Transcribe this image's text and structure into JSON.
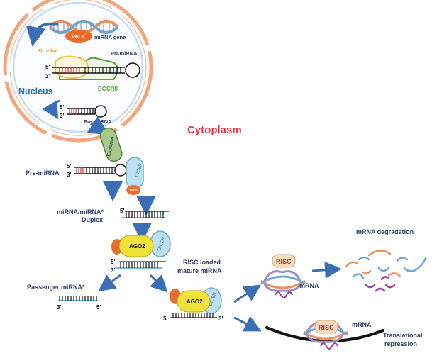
{
  "labels": {
    "nucleus": "Nucleus",
    "cytoplasm": "Cytoplasm",
    "mirna_gene": "miRNA gene",
    "pol_ii": "Pol II",
    "drosha": "Drosha",
    "pri_mirna": "Pri-miRNA",
    "dgcr8": "DGCR8",
    "pre_mirna_nuclear": "Pre-miRNA",
    "exportin": "Exportin",
    "pre_mirna_cyto": "Pre-miRNA",
    "dicer": "DICER",
    "trbp": "TRBP",
    "duplex_line1": "miRNA/miRNA*",
    "duplex_line2": "Duplex",
    "ago2": "AGO2",
    "risc_loaded_line1": "RISC loaded",
    "risc_loaded_line2": "mature miRNA",
    "passenger": "Passenger miRNA*",
    "risc": "RISC",
    "mrna": "mRNA",
    "mrna_degradation": "mRNA degradation",
    "translational_line1": "Translational",
    "translational_line2": "repression",
    "five_prime": "5'",
    "three_prime": "3'"
  },
  "colors": {
    "nucleus_ring": "#f3a57e",
    "nucleus_inner": "#c8dcef",
    "label_navy": "#2d3f66",
    "nucleus_blue": "#2e6fb5",
    "cytoplasm_red": "#e03a3a",
    "pol_ii_orange": "#ec6b2d",
    "drosha_yellow": "#f2c438",
    "dgcr8_green": "#5aa13f",
    "exportin_green": "#a9c98b",
    "dicer_blue": "#bfe0ef",
    "ago2_yellow": "#f1e23a",
    "risc_fill": "#f7dcbf",
    "arrow_blue": "#3a6fb5",
    "mrna_red": "#d9352b",
    "mirna_blue": "#59b7e0",
    "purple": "#a23ea8"
  }
}
